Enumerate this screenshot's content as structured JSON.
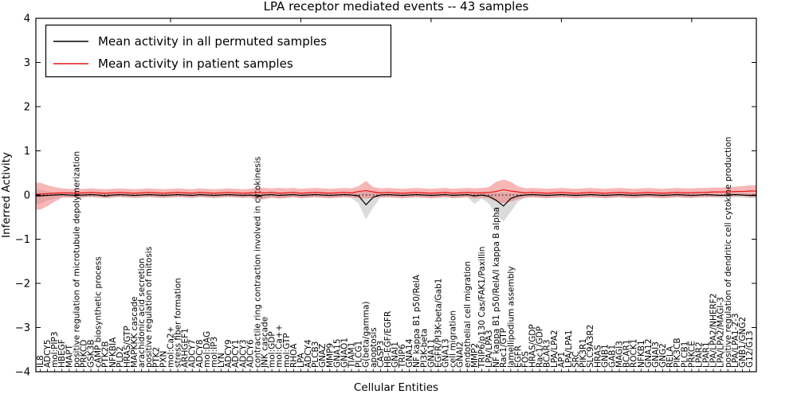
{
  "figure": {
    "title": "LPA receptor mediated events -- 43 samples",
    "xlabel": "Cellular Entities",
    "ylabel": "Inferred Activity"
  },
  "chart_data": {
    "type": "line",
    "title": "LPA receptor mediated events -- 43 samples",
    "xlabel": "Cellular Entities",
    "ylabel": "Inferred Activity",
    "ylim": [
      -4,
      4
    ],
    "yticks": [
      -4,
      -3,
      -2,
      -1,
      0,
      1,
      2,
      3,
      4
    ],
    "grid": false,
    "legend_position": "upper left",
    "zero_line": {
      "y": 0,
      "style": "dotted",
      "color": "#000000"
    },
    "top_tick_indices": [
      18,
      36,
      54,
      72,
      90
    ],
    "categories": [
      "IL8",
      "ADCY5",
      "mol:PIP3",
      "HBEGF",
      "MAPT",
      "positive regulation of microtubule depolymerization",
      "PRKCD",
      "GSK3B",
      "cAMP biosynthetic process",
      "PTK2B",
      "NFKBIA",
      "PLD2",
      "HRAS/GTP",
      "MAPKKK cascade",
      "arachidonic acid secretion",
      "positive regulation of mitosis",
      "PTK2",
      "PXN",
      "mol:Ca2+",
      "stress fiber formation",
      "ARHGEF1",
      "ADCY7",
      "ADCY8",
      "mol:DAG",
      "mol:IP3",
      "LYN",
      "ADCY9",
      "ADCY1",
      "ADCY3",
      "ADCY6",
      "contractile ring contraction involved in cytokinesis",
      "JNK cascade",
      "mol:GDP",
      "mol:Ca++",
      "mol:GTP",
      "RHOA",
      "LPA",
      "ADCY4",
      "PLCB3",
      "GNAZ",
      "MMP9",
      "GNA15",
      "GNAO1",
      "TIAM1",
      "PLCG1",
      "G(beta/gamma)",
      "apoptosis",
      "CASP3",
      "HB-EGF/EGFR",
      "GNAI1",
      "TRIP6",
      "GNA14",
      "NF kappa B1 p50/RelA",
      "PI3K-beta",
      "GNA11",
      "EGFR/PI3K-beta/Gab1",
      "GNA13",
      "cell migration",
      "GNAI2",
      "endothelial cell migration",
      "MMP2",
      "TRIP6/p130 Cas/FAK1/Paxillin",
      "LPA/LPA3",
      "NF kappa B1 p50/RelA/I kappa B alpha",
      "Rac1/GTP",
      "lamellipodium assembly",
      "EGFR",
      "FOS",
      "HRAS/GDP",
      "Rac1/GDP",
      "BCAR3",
      "LPA/LPA2",
      "AP1",
      "LPA/LPA1",
      "SRC",
      "PIK3R1",
      "SLC9A3R2",
      "HRAS",
      "GNB1",
      "GAB1",
      "MAGI3",
      "BCAR1",
      "ROCK1",
      "NFKB1",
      "GNA12",
      "GNAI3",
      "GNG2",
      "RELA",
      "PIK3CB",
      "PLCB1",
      "PRKCE",
      "LPAR2",
      "LPAR1",
      "LPA/LPA2/NHERF2",
      "LPA/LPA2/MAGI-3",
      "positive regulation of dendritic cell cytokine production",
      "LPA/LPA1-2-3",
      "GNB1/GNG2",
      "G12/G13"
    ],
    "series": [
      {
        "name": "Mean activity in all permuted samples",
        "color": "#000000",
        "band_color": "#b0b0b0",
        "values": [
          -0.02,
          -0.01,
          0,
          0.01,
          0,
          -0.01,
          0,
          0.01,
          0,
          -0.02,
          0,
          0.01,
          0,
          -0.01,
          0,
          0.01,
          0,
          -0.01,
          0,
          0.01,
          0,
          -0.01,
          0.01,
          0,
          -0.01,
          0,
          0.01,
          0,
          -0.01,
          0,
          -0.02,
          0,
          0.01,
          -0.01,
          0,
          0.01,
          -0.01,
          0,
          0.01,
          0,
          -0.01,
          0,
          0.01,
          0,
          -0.02,
          -0.22,
          -0.05,
          0,
          0.01,
          0,
          -0.01,
          0,
          0.01,
          0,
          -0.01,
          0,
          0.01,
          -0.01,
          0,
          0.01,
          -0.02,
          0,
          -0.03,
          -0.12,
          -0.25,
          -0.08,
          -0.02,
          0,
          0.01,
          0,
          -0.01,
          0,
          0.01,
          0,
          -0.01,
          0,
          0.01,
          0,
          -0.01,
          0,
          0.01,
          0,
          -0.01,
          0,
          0.01,
          0,
          -0.01,
          0,
          0.01,
          0,
          -0.01,
          0,
          0.01,
          0,
          -0.01,
          0,
          0.01,
          0,
          -0.01
        ],
        "band_low": [
          -0.2,
          -0.12,
          -0.08,
          -0.05,
          -0.06,
          -0.07,
          -0.06,
          -0.05,
          -0.06,
          -0.08,
          -0.06,
          -0.05,
          -0.06,
          -0.07,
          -0.06,
          -0.05,
          -0.06,
          -0.07,
          -0.06,
          -0.05,
          -0.06,
          -0.07,
          -0.05,
          -0.06,
          -0.07,
          -0.06,
          -0.05,
          -0.06,
          -0.07,
          -0.06,
          -0.12,
          -0.1,
          -0.05,
          -0.07,
          -0.06,
          -0.05,
          -0.07,
          -0.06,
          -0.05,
          -0.06,
          -0.07,
          -0.06,
          -0.05,
          -0.06,
          -0.2,
          -0.55,
          -0.28,
          -0.06,
          -0.05,
          -0.06,
          -0.07,
          -0.06,
          -0.05,
          -0.06,
          -0.07,
          -0.06,
          -0.05,
          -0.07,
          -0.06,
          -0.05,
          -0.2,
          -0.08,
          -0.2,
          -0.45,
          -0.6,
          -0.38,
          -0.15,
          -0.06,
          -0.05,
          -0.06,
          -0.07,
          -0.06,
          -0.05,
          -0.06,
          -0.07,
          -0.06,
          -0.05,
          -0.06,
          -0.07,
          -0.06,
          -0.05,
          -0.06,
          -0.07,
          -0.06,
          -0.05,
          -0.06,
          -0.07,
          -0.06,
          -0.05,
          -0.06,
          -0.07,
          -0.06,
          -0.05,
          -0.06,
          -0.07,
          -0.06,
          -0.05,
          -0.06,
          -0.07
        ],
        "band_high": [
          0.12,
          0.08,
          0.06,
          0.06,
          0.05,
          0.04,
          0.05,
          0.06,
          0.05,
          0.04,
          0.05,
          0.06,
          0.05,
          0.04,
          0.05,
          0.06,
          0.05,
          0.04,
          0.05,
          0.06,
          0.05,
          0.04,
          0.06,
          0.05,
          0.04,
          0.05,
          0.06,
          0.05,
          0.04,
          0.05,
          0.06,
          0.05,
          0.06,
          0.04,
          0.05,
          0.06,
          0.04,
          0.05,
          0.06,
          0.05,
          0.04,
          0.05,
          0.06,
          0.05,
          0.06,
          0.08,
          0.05,
          0.05,
          0.06,
          0.05,
          0.04,
          0.05,
          0.06,
          0.05,
          0.04,
          0.05,
          0.06,
          0.04,
          0.05,
          0.06,
          0.05,
          0.05,
          0.04,
          0.05,
          0.06,
          0.05,
          0.04,
          0.05,
          0.06,
          0.05,
          0.04,
          0.05,
          0.06,
          0.05,
          0.04,
          0.05,
          0.06,
          0.05,
          0.04,
          0.05,
          0.06,
          0.05,
          0.04,
          0.05,
          0.06,
          0.05,
          0.04,
          0.05,
          0.06,
          0.05,
          0.04,
          0.05,
          0.06,
          0.05,
          0.04,
          0.05,
          0.06,
          0.05,
          0.04
        ]
      },
      {
        "name": "Mean activity in patient samples",
        "color": "#ea1515",
        "band_color": "#f07070",
        "values": [
          0.02,
          0.03,
          0.04,
          0.05,
          0.05,
          0.04,
          0.05,
          0.06,
          0.05,
          0.04,
          0.05,
          0.06,
          0.05,
          0.04,
          0.05,
          0.06,
          0.05,
          0.04,
          0.05,
          0.06,
          0.05,
          0.04,
          0.06,
          0.05,
          0.04,
          0.05,
          0.06,
          0.05,
          0.04,
          0.05,
          0.06,
          0.05,
          0.06,
          0.04,
          0.05,
          0.06,
          0.04,
          0.05,
          0.06,
          0.05,
          0.04,
          0.05,
          0.06,
          0.05,
          0.08,
          0.1,
          0.07,
          0.05,
          0.06,
          0.05,
          0.04,
          0.05,
          0.06,
          0.05,
          0.04,
          0.05,
          0.06,
          0.04,
          0.05,
          0.06,
          0.05,
          0.05,
          0.06,
          0.08,
          0.12,
          0.09,
          0.07,
          0.05,
          0.06,
          0.05,
          0.04,
          0.05,
          0.06,
          0.05,
          0.04,
          0.05,
          0.06,
          0.05,
          0.04,
          0.05,
          0.06,
          0.05,
          0.04,
          0.05,
          0.06,
          0.05,
          0.04,
          0.05,
          0.06,
          0.05,
          0.05,
          0.06,
          0.06,
          0.07,
          0.07,
          0.07,
          0.08,
          0.08,
          0.09
        ],
        "band_low": [
          -0.33,
          -0.25,
          -0.15,
          -0.06,
          -0.05,
          -0.06,
          -0.05,
          -0.04,
          -0.05,
          -0.06,
          -0.05,
          -0.04,
          -0.05,
          -0.06,
          -0.05,
          -0.04,
          -0.05,
          -0.06,
          -0.05,
          -0.04,
          -0.05,
          -0.06,
          -0.04,
          -0.05,
          -0.06,
          -0.05,
          -0.04,
          -0.05,
          -0.06,
          -0.05,
          -0.09,
          -0.08,
          -0.06,
          -0.08,
          -0.07,
          -0.05,
          -0.07,
          -0.06,
          -0.05,
          -0.06,
          -0.07,
          -0.06,
          -0.05,
          -0.06,
          -0.07,
          -0.08,
          -0.06,
          -0.05,
          -0.05,
          -0.06,
          -0.07,
          -0.06,
          -0.05,
          -0.06,
          -0.07,
          -0.06,
          -0.05,
          -0.07,
          -0.06,
          -0.05,
          -0.08,
          -0.06,
          -0.08,
          -0.15,
          -0.18,
          -0.15,
          -0.1,
          -0.06,
          -0.05,
          -0.06,
          -0.07,
          -0.06,
          -0.05,
          -0.06,
          -0.07,
          -0.06,
          -0.05,
          -0.06,
          -0.07,
          -0.06,
          -0.05,
          -0.06,
          -0.07,
          -0.06,
          -0.05,
          -0.06,
          -0.07,
          -0.06,
          -0.05,
          -0.06,
          -0.06,
          -0.05,
          -0.05,
          -0.04,
          -0.04,
          -0.03,
          -0.03,
          -0.02,
          -0.05
        ],
        "band_high": [
          0.28,
          0.22,
          0.18,
          0.15,
          0.14,
          0.13,
          0.14,
          0.15,
          0.14,
          0.13,
          0.14,
          0.15,
          0.14,
          0.13,
          0.14,
          0.15,
          0.14,
          0.13,
          0.14,
          0.15,
          0.14,
          0.13,
          0.15,
          0.14,
          0.13,
          0.14,
          0.15,
          0.14,
          0.13,
          0.14,
          0.17,
          0.16,
          0.15,
          0.16,
          0.15,
          0.16,
          0.14,
          0.15,
          0.16,
          0.15,
          0.14,
          0.15,
          0.16,
          0.15,
          0.2,
          0.32,
          0.18,
          0.15,
          0.16,
          0.15,
          0.14,
          0.15,
          0.16,
          0.15,
          0.14,
          0.15,
          0.16,
          0.14,
          0.15,
          0.16,
          0.15,
          0.16,
          0.18,
          0.3,
          0.35,
          0.3,
          0.2,
          0.15,
          0.16,
          0.15,
          0.14,
          0.15,
          0.16,
          0.15,
          0.14,
          0.15,
          0.16,
          0.15,
          0.14,
          0.15,
          0.16,
          0.15,
          0.14,
          0.15,
          0.16,
          0.15,
          0.14,
          0.15,
          0.16,
          0.15,
          0.15,
          0.16,
          0.16,
          0.17,
          0.17,
          0.18,
          0.19,
          0.2,
          0.22
        ]
      }
    ]
  }
}
